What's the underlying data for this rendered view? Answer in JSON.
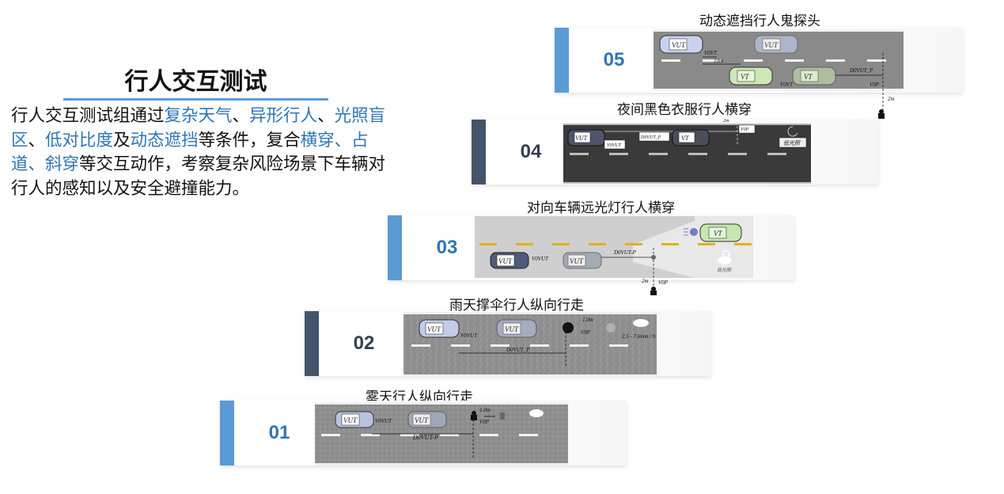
{
  "left": {
    "title": "行人交互测试",
    "desc_parts": [
      {
        "t": "行人交互测试组通过",
        "hl": false
      },
      {
        "t": "复杂天气",
        "hl": true
      },
      {
        "t": "、",
        "hl": false
      },
      {
        "t": "异形行人",
        "hl": true
      },
      {
        "t": "、",
        "hl": false
      },
      {
        "t": "光照盲区",
        "hl": true
      },
      {
        "t": "、",
        "hl": false
      },
      {
        "t": "低对比度",
        "hl": true
      },
      {
        "t": "及",
        "hl": false
      },
      {
        "t": "动态遮挡",
        "hl": true
      },
      {
        "t": "等条件，复合",
        "hl": false
      },
      {
        "t": "横穿、占道、斜穿",
        "hl": true
      },
      {
        "t": "等交互动作，考察复杂风险场景下车辆对行人的感知以及安全避撞能力。",
        "hl": false
      }
    ]
  },
  "cards": [
    {
      "num": "05",
      "title": "动态遮挡行人鬼探头",
      "labels": {
        "vut": "VUT",
        "vt": "VT",
        "v0vt": "V0VT",
        "d10m": "10m",
        "d0": "D0VUT_P",
        "v0p": "V0P",
        "d2m": "2m"
      }
    },
    {
      "num": "04",
      "title": "夜间黑色衣服行人横穿",
      "labels": {
        "vut": "VUT",
        "vt": "VT",
        "v0vut": "V0VUT",
        "d0": "D0VUT_P",
        "v0p": "V0P",
        "d2m": "2m",
        "weather": "低光照"
      }
    },
    {
      "num": "03",
      "title": "对向车辆远光灯行人横穿",
      "labels": {
        "vut": "VUT",
        "vt": "VT",
        "v0vut": "V0VUT",
        "d0": "D0VUT-P",
        "v0p": "V0P",
        "d2m": "2m",
        "weather": "低光照"
      }
    },
    {
      "num": "02",
      "title": "雨天撑伞行人纵向行走",
      "labels": {
        "vut": "VUT",
        "v0vut": "V0VUT",
        "d0": "D0VUT_P",
        "v0p": "V0P",
        "d1m": "1.0m",
        "rain": "2.5 - 7.6mm / h"
      }
    },
    {
      "num": "01",
      "title": "雾天行人纵向行走",
      "labels": {
        "vut": "VUT",
        "v0vut": "V0VUT",
        "d0": "D0VUT-P",
        "v0p": "V0P",
        "d1m": "1.0m"
      }
    }
  ],
  "colors": {
    "accent_light": "#5b9bd5",
    "accent_dark": "#44546a",
    "highlight": "#2e75b6"
  }
}
